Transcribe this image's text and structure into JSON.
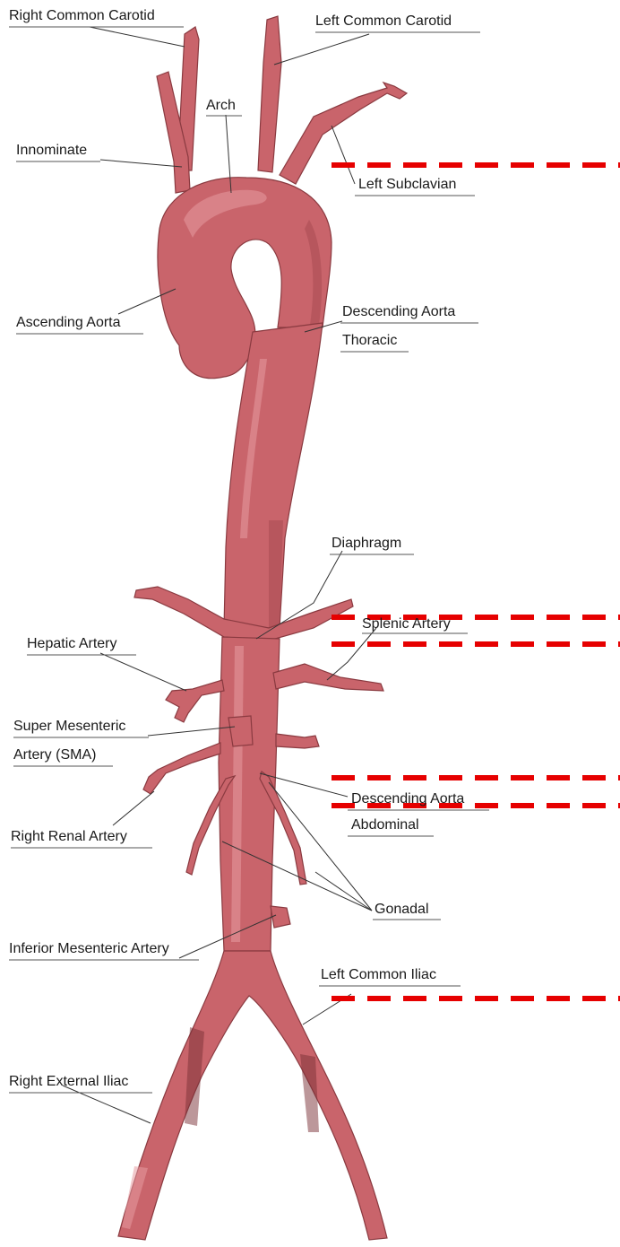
{
  "diagram": {
    "labels": {
      "right_common_carotid": "Right Common Carotid",
      "left_common_carotid": "Left Common Carotid",
      "arch": "Arch",
      "innominate": "Innominate",
      "left_subclavian": "Left Subclavian",
      "ascending_aorta": "Ascending Aorta",
      "descending_thoracic_1": "Descending Aorta",
      "descending_thoracic_2": "Thoracic",
      "diaphragm": "Diaphragm",
      "splenic_artery": "Splenic Artery",
      "hepatic_artery": "Hepatic Artery",
      "sma_1": "Super Mesenteric",
      "sma_2": "Artery (SMA)",
      "descending_abdominal_1": "Descending Aorta",
      "descending_abdominal_2": "Abdominal",
      "right_renal_artery": "Right Renal Artery",
      "gonadal": "Gonadal",
      "inferior_mesenteric": "Inferior Mesenteric Artery",
      "left_common_iliac": "Left Common Iliac",
      "right_external_iliac": "Right External Iliac"
    },
    "colors": {
      "vessel": "#c9646b",
      "vessel_outline": "#8a3a40",
      "marker": "#e60000",
      "text": "#1a1a1a"
    }
  }
}
